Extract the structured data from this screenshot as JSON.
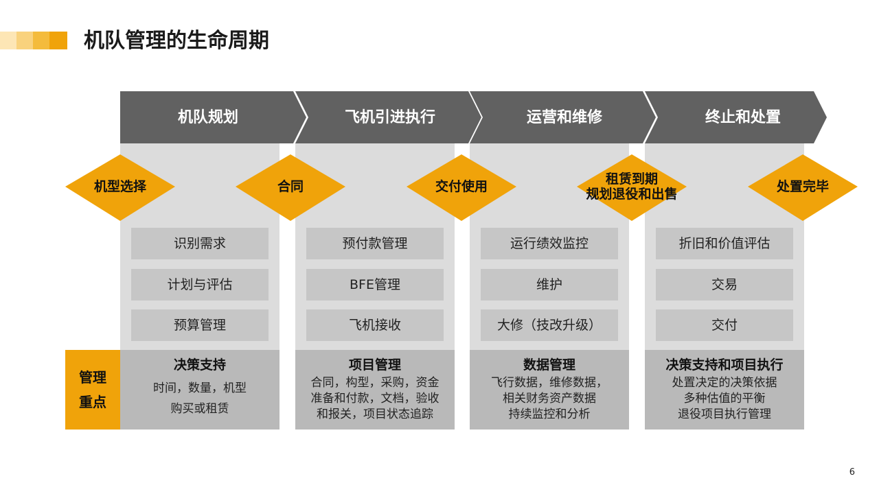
{
  "title": "机队管理的生命周期",
  "decor_colors": [
    "#fde6b5",
    "#f9d27d",
    "#f4bb3c",
    "#f0a30a"
  ],
  "phases": [
    {
      "label": "机队规划",
      "items": [
        "识别需求",
        "计划与评估",
        "预算管理"
      ],
      "focus_title": "决策支持",
      "focus_lines": [
        "时间，数量，机型",
        "购买或租赁"
      ]
    },
    {
      "label": "飞机引进执行",
      "items": [
        "预付款管理",
        "BFE管理",
        "飞机接收"
      ],
      "focus_title": "项目管理",
      "focus_lines": [
        "合同，构型，采购，资金",
        "准备和付款，文档，验收",
        "和报关，项目状态追踪"
      ]
    },
    {
      "label": "运营和维修",
      "items": [
        "运行绩效监控",
        "维护",
        "大修（技改升级）"
      ],
      "focus_title": "数据管理",
      "focus_lines": [
        "飞行数据，维修数据，",
        "相关财务资产数据",
        "持续监控和分析"
      ]
    },
    {
      "label": "终止和处置",
      "items": [
        "折旧和价值评估",
        "交易",
        "交付"
      ],
      "focus_title": "决策支持和项目执行",
      "focus_lines": [
        "处置决定的决策依据",
        "多种估值的平衡",
        "退役项目执行管理"
      ]
    }
  ],
  "milestones": [
    {
      "lines": [
        "机型选择"
      ]
    },
    {
      "lines": [
        "合同"
      ]
    },
    {
      "lines": [
        "交付使用"
      ]
    },
    {
      "lines": [
        "租赁到期",
        "规划退役和出售"
      ]
    },
    {
      "lines": [
        "处置完毕"
      ]
    }
  ],
  "management_label": [
    "管理",
    "重点"
  ],
  "colors": {
    "header": "#616161",
    "accent": "#f0a30a",
    "column_bg": "#dcdcdc",
    "item_bg": "#c6c6c6",
    "footer_bg": "#b9b9b9"
  },
  "page_number": "6"
}
